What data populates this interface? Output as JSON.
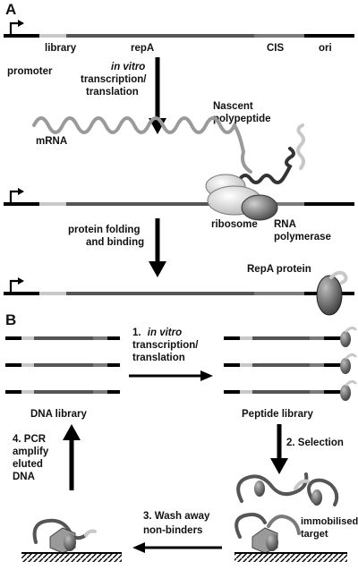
{
  "panel_a": {
    "panel_label": "A",
    "segments": {
      "library": "library",
      "repa": "repA",
      "cis": "CIS",
      "ori": "ori"
    },
    "promoter": "promoter",
    "step1": {
      "line1": "in vitro",
      "line2": "transcription/",
      "line3": "translation"
    },
    "nascent": {
      "line1": "Nascent",
      "line2": "polypeptide"
    },
    "mrna": "mRNA",
    "ribosome": "ribosome",
    "rna_pol": {
      "line1": "RNA",
      "line2": "polymerase"
    },
    "step2": {
      "line1": "protein folding",
      "line2": "and binding"
    },
    "repa_protein": "RepA protein"
  },
  "panel_b": {
    "panel_label": "B",
    "step1": {
      "num": "1.",
      "italic": "in vitro",
      "line2": "transcription/",
      "line3": "translation"
    },
    "dna_library": "DNA library",
    "peptide_library": "Peptide library",
    "step2": "2. Selection",
    "step3": {
      "line1": "3. Wash away",
      "line2": "non-binders"
    },
    "step4": {
      "line1": "4. PCR",
      "line2": "amplify",
      "line3": "eluted",
      "line4": "DNA"
    },
    "target": {
      "line1": "immobilised",
      "line2": "target"
    }
  },
  "colors": {
    "promoter_black": "#000000",
    "library_light": "#c8c8c8",
    "repa_dark": "#555555",
    "cis_mid": "#7a7a7a",
    "mrna_gray": "#9a9a9a",
    "peptide_dark": "#333333"
  }
}
